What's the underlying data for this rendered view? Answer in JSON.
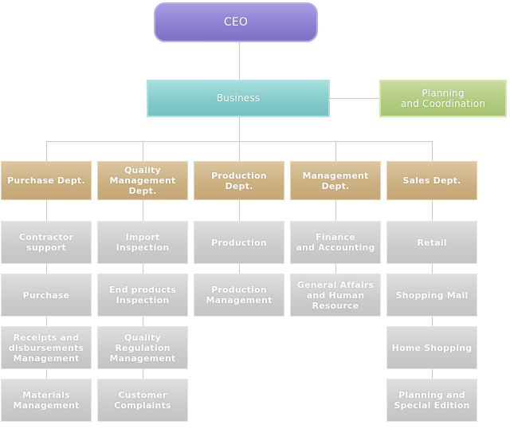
{
  "ceo": {
    "label": "CEO"
  },
  "business": {
    "label": "Business"
  },
  "planning": {
    "label": "Planning\nand Coordination"
  },
  "departments": [
    {
      "label": "Purchase Dept.",
      "units": [
        "Contractor\nsupport",
        "Purchase",
        "Receipts and\ndisbursements\nManagement",
        "Materials\nManagement"
      ]
    },
    {
      "label": "Quality\nManagement Dept.",
      "units": [
        "Import\nInspection",
        "End products\nInspection",
        "Quality Regulation\nManagement",
        "Customer\nComplaints"
      ]
    },
    {
      "label": "Production\nDept.",
      "units": [
        "Production",
        "Production\nManagement"
      ]
    },
    {
      "label": "Management\nDept.",
      "units": [
        "Finance\nand Accounting",
        "General Affairs\nand Human\nResource"
      ]
    },
    {
      "label": "Sales Dept.",
      "units": [
        "Retail",
        "Shopping Mall",
        "Home Shopping",
        "Planning and\nSpecial Edition"
      ]
    }
  ]
}
